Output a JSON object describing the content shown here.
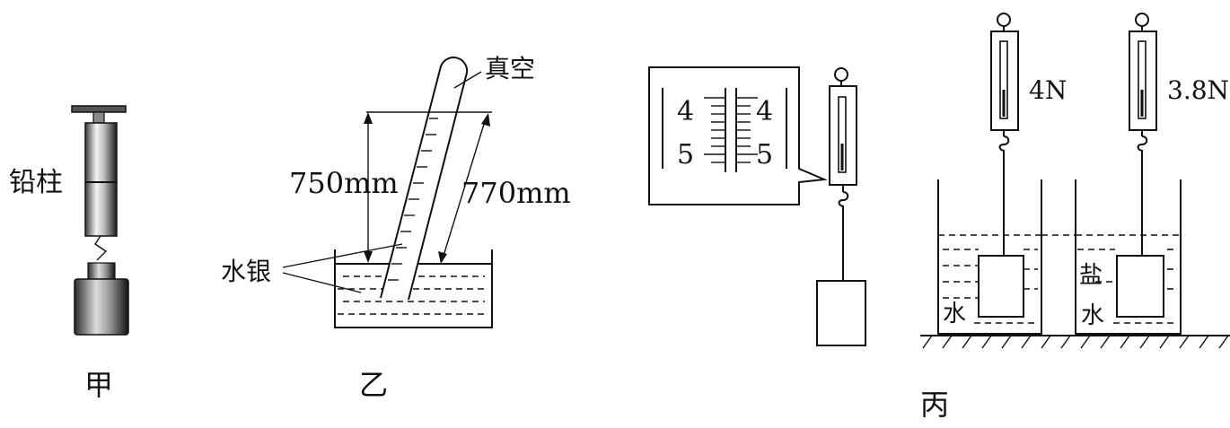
{
  "figure_a": {
    "caption": "甲",
    "lead_label": "铅柱"
  },
  "figure_b": {
    "caption": "乙",
    "vacuum_label": "真空",
    "height_label": "750mm",
    "length_label": "770mm",
    "mercury_label": "水银"
  },
  "figure_c": {
    "caption": "丙",
    "scale_left_top": "4",
    "scale_left_bottom": "5",
    "scale_right_top": "4",
    "scale_right_bottom": "5",
    "reading_water": "4N",
    "reading_salt": "3.8N",
    "liquid_water": "水",
    "liquid_salt_1": "盐",
    "liquid_salt_2": "水"
  }
}
